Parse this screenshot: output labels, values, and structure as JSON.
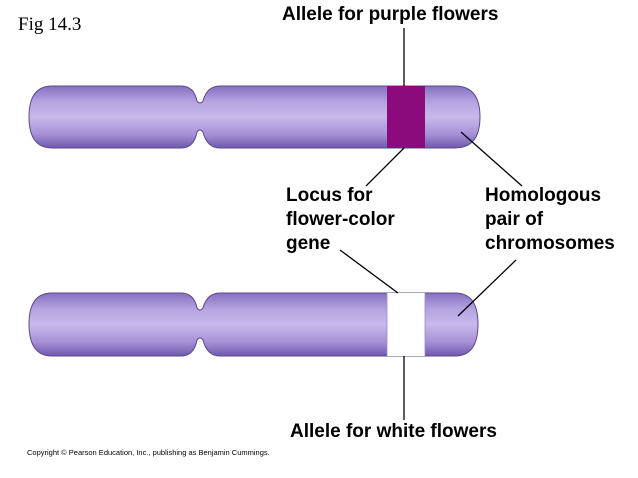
{
  "figure_label": "Fig 14.3",
  "labels": {
    "purple_allele": "Allele for purple flowers",
    "white_allele": "Allele for white flowers",
    "locus": [
      "Locus for",
      "flower-color",
      "gene"
    ],
    "homologous": [
      "Homologous",
      "pair of",
      "chromosomes"
    ]
  },
  "copyright": "Copyright © Pearson Education, Inc., publishing as Benjamin Cummings.",
  "colors": {
    "chromosome_light": "#c8b9e8",
    "chromosome_mid": "#a48fd4",
    "chromosome_dark": "#7a64b4",
    "chromosome_outline": "#5a4a8a",
    "purple_allele_band": "#8b0a7c",
    "white_allele_band": "#ffffff",
    "leader_lines": "#000000"
  }
}
